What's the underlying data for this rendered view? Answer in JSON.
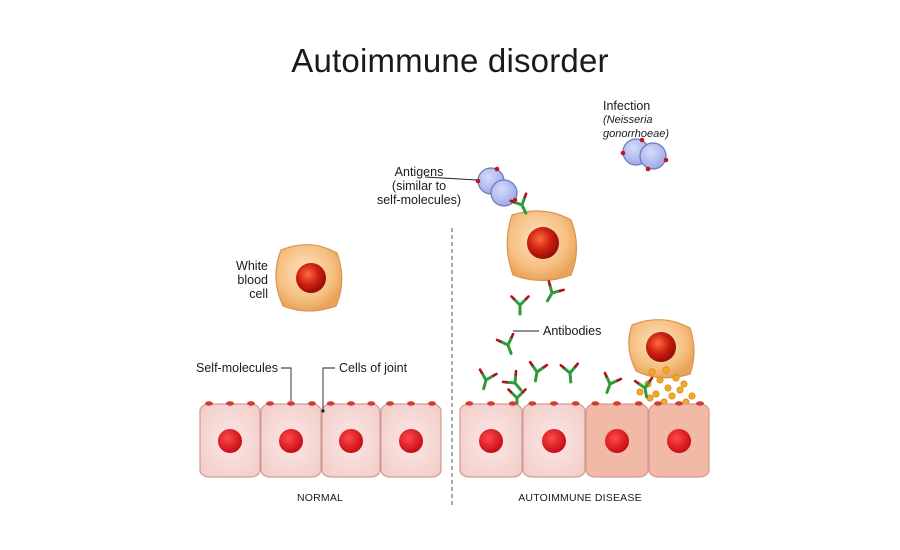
{
  "title": "Autoimmune disorder",
  "labels": {
    "infection": "Infection",
    "infection_species_1": "(Neisseria",
    "infection_species_2": "gonorrhoeae)",
    "antigens_1": "Antigens",
    "antigens_2": "(similar to",
    "antigens_3": "self-molecules)",
    "white_blood_cell_1": "White",
    "white_blood_cell_2": "blood",
    "white_blood_cell_3": "cell",
    "antibodies": "Antibodies",
    "self_molecules": "Self-molecules",
    "cells_of_joint": "Cells of joint"
  },
  "panels": {
    "normal": "NORMAL",
    "disease": "AUTOIMMUNE DISEASE"
  },
  "colors": {
    "joint_cell_fill": "#f8dcd9",
    "joint_cell_stroke": "#d49a94",
    "damaged_cell_fill": "#f2b9a6",
    "nucleus": "#d0141c",
    "wbc_fill": "#f7c488",
    "wbc_nucleus": "#c81d10",
    "bacterium_fill": "#b7c1ef",
    "bacterium_stroke": "#6d78bf",
    "antibody": "#2f9a3a",
    "granule": "#f5a623",
    "line": "#222222"
  }
}
